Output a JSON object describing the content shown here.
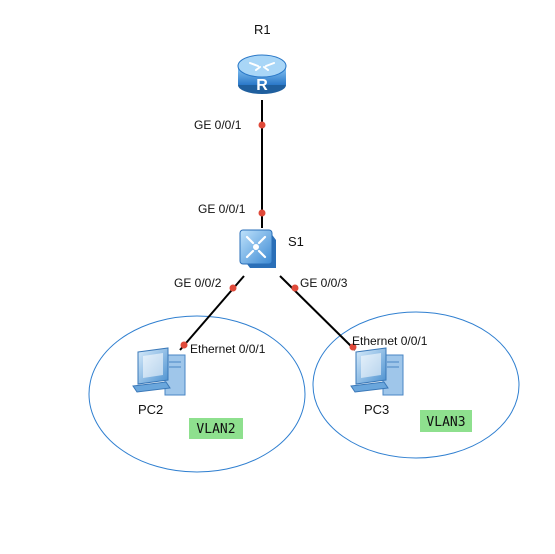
{
  "topology": {
    "devices": {
      "router": {
        "name": "R1",
        "icon": "router-icon"
      },
      "switch": {
        "name": "S1",
        "icon": "switch-icon"
      },
      "pc2": {
        "name": "PC2",
        "icon": "pc-icon"
      },
      "pc3": {
        "name": "PC3",
        "icon": "pc-icon"
      }
    },
    "links": [
      {
        "id": "r1-s1",
        "a_port": "GE 0/0/1",
        "b_port": "GE 0/0/1"
      },
      {
        "id": "s1-pc2",
        "a_port": "GE 0/0/2",
        "b_port": "Ethernet 0/0/1"
      },
      {
        "id": "s1-pc3",
        "a_port": "GE 0/0/3",
        "b_port": "Ethernet 0/0/1"
      }
    ],
    "vlans": [
      {
        "id": "vlan2",
        "label": "VLAN2"
      },
      {
        "id": "vlan3",
        "label": "VLAN3"
      }
    ]
  },
  "colors": {
    "link": "#000000",
    "port_dot": "#e04a3a",
    "vlan_ellipse": "#2f7fd0",
    "vlan_label_bg": "#8ee08e",
    "device_blue": "#3f8fd8"
  }
}
